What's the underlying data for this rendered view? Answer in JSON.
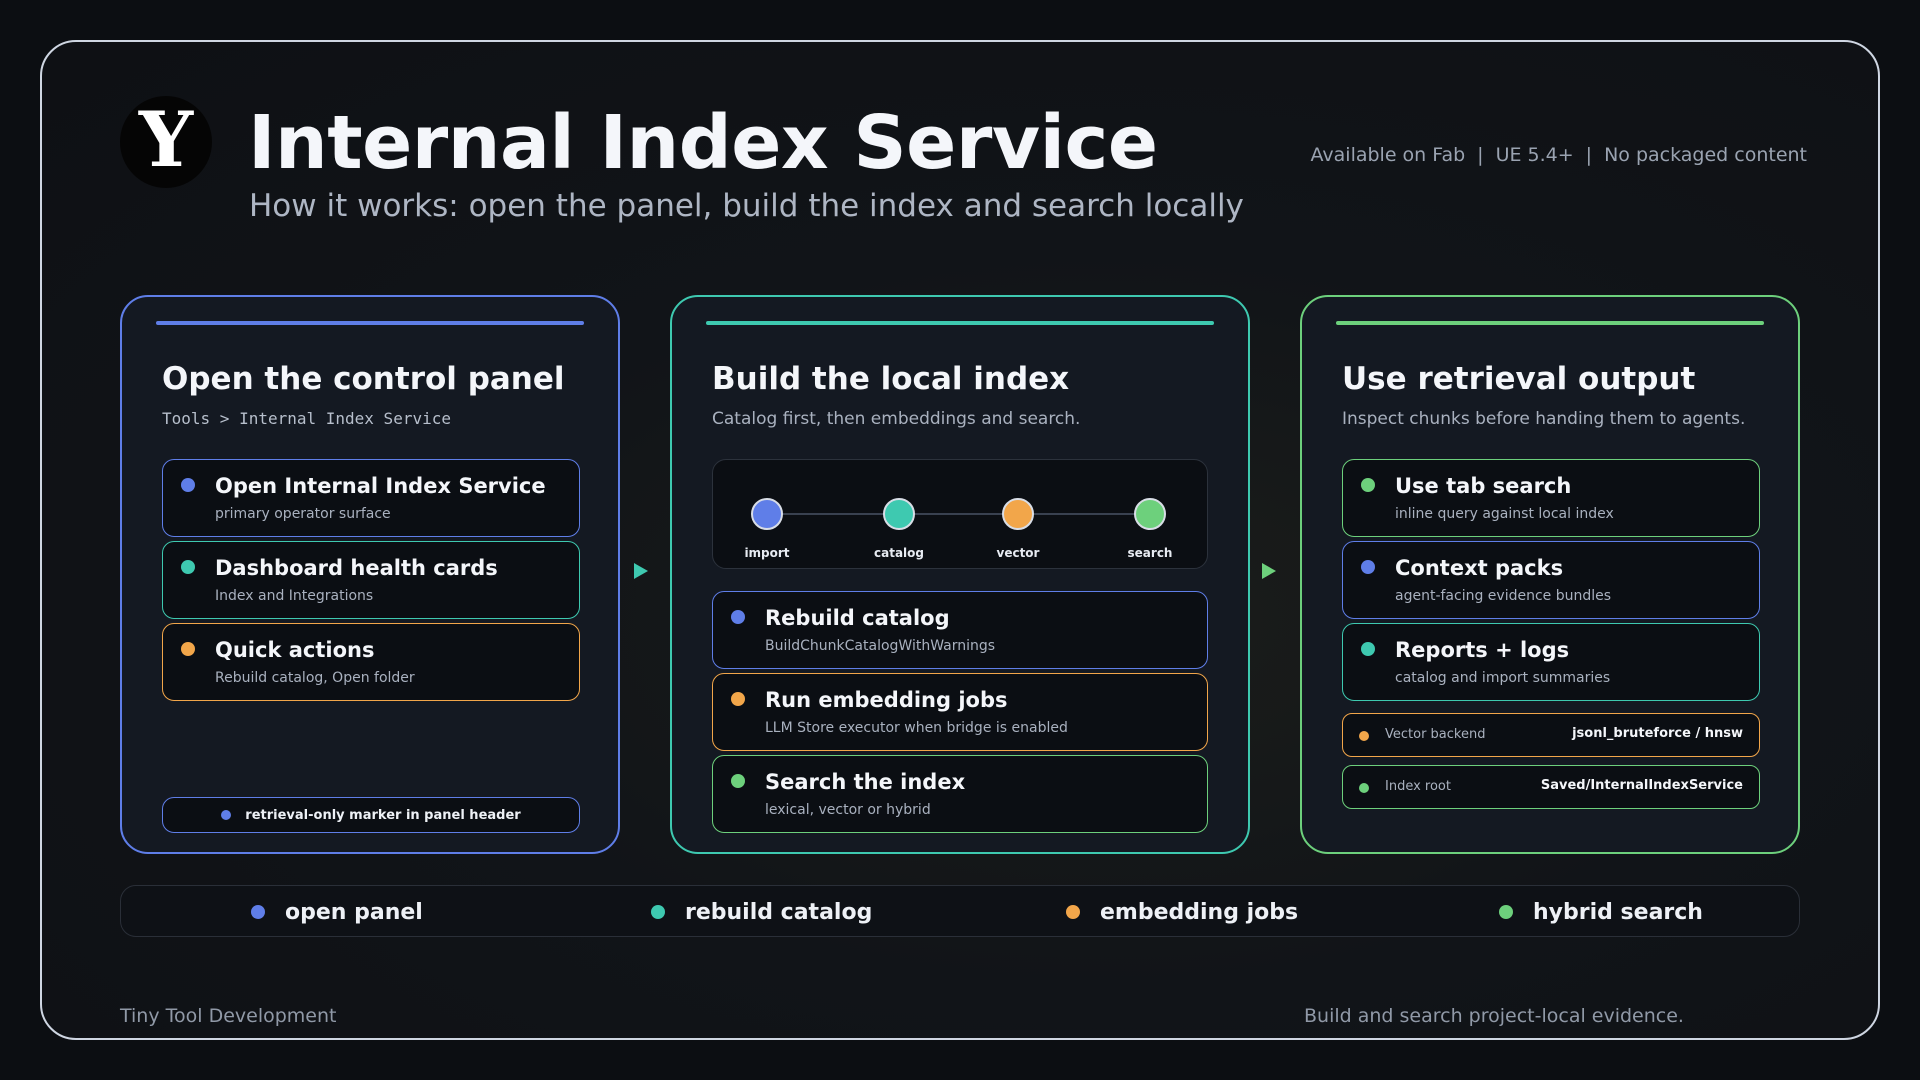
{
  "header": {
    "logo_letter": "Y",
    "title": "Internal Index Service",
    "subtitle": "How it works: open the panel, build the index and search locally",
    "meta": [
      "Available on Fab",
      "UE 5.4+",
      "No packaged content"
    ],
    "meta_separator": "|"
  },
  "colors": {
    "blue": "#5f7ee8",
    "teal": "#3ec9b0",
    "orange": "#f2a64a",
    "green": "#6dd07c"
  },
  "cards": [
    {
      "title": "Open the control panel",
      "desc": "Tools > Internal Index Service",
      "items": [
        {
          "title": "Open Internal Index Service",
          "sub": "primary operator surface",
          "color": "blue"
        },
        {
          "title": "Dashboard health cards",
          "sub": "Index and Integrations",
          "color": "teal"
        },
        {
          "title": "Quick actions",
          "sub": "Rebuild catalog, Open folder",
          "color": "orange"
        }
      ],
      "marker": "retrieval-only marker in panel header"
    },
    {
      "title": "Build the local index",
      "desc": "Catalog first, then embeddings and search.",
      "pipeline": [
        "import",
        "catalog",
        "vector",
        "search"
      ],
      "items": [
        {
          "title": "Rebuild catalog",
          "sub": "BuildChunkCatalogWithWarnings",
          "color": "blue"
        },
        {
          "title": "Run embedding jobs",
          "sub": "LLM Store executor when bridge is enabled",
          "color": "orange"
        },
        {
          "title": "Search the index",
          "sub": "lexical, vector or hybrid",
          "color": "green"
        }
      ]
    },
    {
      "title": "Use retrieval output",
      "desc": "Inspect chunks before handing them to agents.",
      "items": [
        {
          "title": "Use tab search",
          "sub": "inline query against local index",
          "color": "green"
        },
        {
          "title": "Context packs",
          "sub": "agent-facing evidence bundles",
          "color": "blue"
        },
        {
          "title": "Reports + logs",
          "sub": "catalog and import summaries",
          "color": "teal"
        }
      ],
      "settings": [
        {
          "key": "Vector backend",
          "value": "jsonl_bruteforce / hnsw",
          "color": "orange"
        },
        {
          "key": "Index root",
          "value": "Saved/InternalIndexService",
          "color": "green"
        }
      ]
    }
  ],
  "legend": [
    {
      "label": "open panel",
      "color": "blue"
    },
    {
      "label": "rebuild catalog",
      "color": "teal"
    },
    {
      "label": "embedding jobs",
      "color": "orange"
    },
    {
      "label": "hybrid search",
      "color": "green"
    }
  ],
  "footer": {
    "left": "Tiny Tool Development",
    "right": "Build and search project-local evidence."
  }
}
